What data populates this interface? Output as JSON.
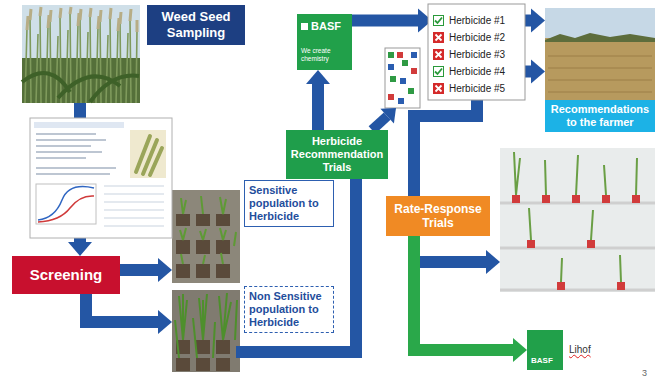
{
  "diagram": {
    "nodes": [
      {
        "text": [
          "Weed Seed Sampling"
        ]
      },
      {
        "text": [
          "Screening"
        ]
      },
      {
        "text": [
          "Sensitive population to Herbicide"
        ]
      },
      {
        "text": [
          "Non Sensitive population to Herbicide"
        ]
      },
      {
        "text": [
          "Herbicide Recommendation Trials"
        ]
      },
      {
        "text": [
          "BASF",
          "We create chemistry"
        ]
      },
      {
        "text": [
          "Herbicide #1"
        ]
      },
      {
        "text": [
          "Herbicide #2"
        ]
      },
      {
        "text": [
          "Herbicide #3"
        ]
      },
      {
        "text": [
          "Herbicide #4"
        ]
      },
      {
        "text": [
          "Herbicide #5"
        ]
      },
      {
        "text": [
          "Recommendations to the farmer"
        ]
      },
      {
        "text": [
          "Rate-Response Trials"
        ]
      },
      {
        "text": [
          "BASF",
          "Lihof"
        ]
      }
    ],
    "edges": [
      {
        "from": 0,
        "to": 1,
        "arrow": "to"
      },
      {
        "from": 1,
        "to": 2,
        "arrow": "to"
      },
      {
        "from": 1,
        "to": 3,
        "arrow": "to"
      },
      {
        "from": 3,
        "to": 4,
        "arrow": "none"
      },
      {
        "from": 4,
        "to": 5,
        "arrow": "to"
      },
      {
        "from": 5,
        "to": 6,
        "arrow": "to"
      },
      {
        "from": 6,
        "to": 11,
        "arrow": "to"
      },
      {
        "from": 9,
        "to": 11,
        "arrow": "to"
      },
      {
        "from": 10,
        "to": 12,
        "arrow": "none"
      },
      {
        "from": 12,
        "to": 13,
        "arrow": "to"
      }
    ],
    "labels": [
      "3"
    ]
  }
}
